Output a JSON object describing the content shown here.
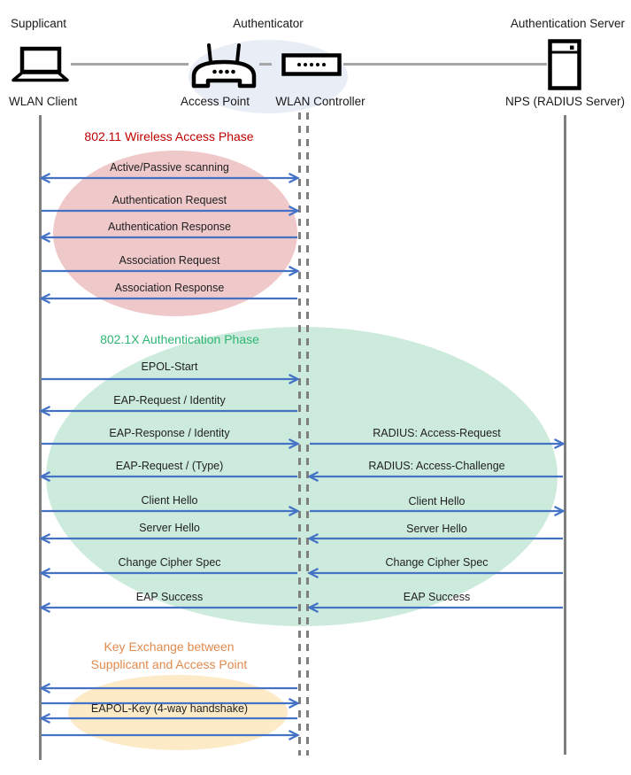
{
  "actors": {
    "supplicant": {
      "role": "Supplicant",
      "device": "WLAN Client"
    },
    "authenticator": {
      "role": "Authenticator",
      "access_point": "Access Point",
      "controller": "WLAN Controller"
    },
    "server": {
      "role": "Authentication Server",
      "device": "NPS (RADIUS Server)"
    }
  },
  "phases": {
    "p1": {
      "title": "802.11 Wireless Access Phase",
      "color": "#C00000"
    },
    "p2": {
      "title": "802.1X Authentication Phase",
      "color": "#2EB573"
    },
    "p3": {
      "title_line1": "Key Exchange between",
      "title_line2": "Supplicant and Access Point",
      "color": "#E08A4E"
    }
  },
  "messages": {
    "left": [
      {
        "label": "Active/Passive scanning",
        "direction": "both"
      },
      {
        "label": "Authentication Request",
        "direction": "right"
      },
      {
        "label": "Authentication Response",
        "direction": "left"
      },
      {
        "label": "Association Request",
        "direction": "right"
      },
      {
        "label": "Association Response",
        "direction": "left"
      },
      {
        "label": "EPOL-Start",
        "direction": "right"
      },
      {
        "label": "EAP-Request / Identity",
        "direction": "left"
      },
      {
        "label": "EAP-Response / Identity",
        "direction": "right"
      },
      {
        "label": "EAP-Request / (Type)",
        "direction": "left"
      },
      {
        "label": "Client Hello",
        "direction": "right"
      },
      {
        "label": "Server Hello",
        "direction": "left"
      },
      {
        "label": "Change Cipher Spec",
        "direction": "left"
      },
      {
        "label": "EAP Success",
        "direction": "left"
      },
      {
        "label": "",
        "direction": "left"
      },
      {
        "label": "",
        "direction": "right"
      },
      {
        "label": "EAPOL-Key (4-way handshake)",
        "direction": "left"
      },
      {
        "label": "",
        "direction": "right"
      }
    ],
    "right": [
      {
        "label": "RADIUS: Access-Request",
        "direction": "right"
      },
      {
        "label": "RADIUS: Access-Challenge",
        "direction": "left"
      },
      {
        "label": "Client Hello",
        "direction": "right"
      },
      {
        "label": "Server Hello",
        "direction": "left"
      },
      {
        "label": "Change Cipher Spec",
        "direction": "left"
      },
      {
        "label": "EAP Success",
        "direction": "left"
      }
    ]
  },
  "colors": {
    "arrow": "#4472C4",
    "lifeline": "#7F7F7F",
    "connector": "#A6A6A6",
    "phase1_fill": "#EFC8CA",
    "phase2_fill": "#CDEBDC",
    "phase3_fill": "#FDEBC8",
    "authenticator_fill": "#E9EDF6"
  }
}
